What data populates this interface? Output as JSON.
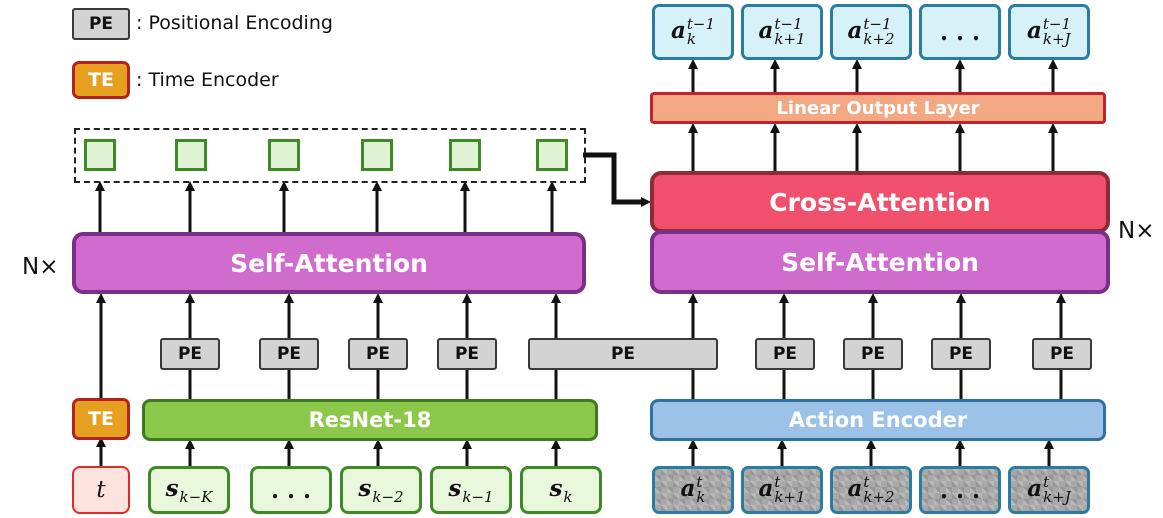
{
  "legend": {
    "pe_abbrev": "PE",
    "pe_text": ": Positional Encoding",
    "te_abbrev": "TE",
    "te_text": ": Time Encoder"
  },
  "encoder": {
    "repeat_label": "N×",
    "self_attention": "Self-Attention",
    "time_encoder": "TE",
    "backbone": "ResNet-18",
    "time_input": "t",
    "pe_labels": [
      "PE",
      "PE",
      "PE",
      "PE"
    ],
    "state_inputs": [
      {
        "base": "s",
        "sub": "k−K"
      },
      {
        "text": ". . ."
      },
      {
        "base": "s",
        "sub": "k−2"
      },
      {
        "base": "s",
        "sub": "k−1"
      },
      {
        "base": "s",
        "sub": "k"
      }
    ],
    "memory_tokens": 6
  },
  "shared_pe": "PE",
  "decoder": {
    "repeat_label": "N×",
    "cross_attention": "Cross-Attention",
    "self_attention": "Self-Attention",
    "action_encoder": "Action Encoder",
    "linear_output": "Linear Output Layer",
    "pe_labels": [
      "PE",
      "PE",
      "PE",
      "PE"
    ],
    "noisy_actions": [
      {
        "base": "a",
        "sup": "t",
        "sub": "k"
      },
      {
        "base": "a",
        "sup": "t",
        "sub": "k+1"
      },
      {
        "base": "a",
        "sup": "t",
        "sub": "k+2"
      },
      {
        "text": ". . ."
      },
      {
        "base": "a",
        "sup": "t",
        "sub": "k+J"
      }
    ],
    "outputs": [
      {
        "base": "a",
        "sup": "t−1",
        "sub": "k"
      },
      {
        "base": "a",
        "sup": "t−1",
        "sub": "k+1"
      },
      {
        "base": "a",
        "sup": "t−1",
        "sub": "k+2"
      },
      {
        "text": ". . ."
      },
      {
        "base": "a",
        "sup": "t−1",
        "sub": "k+J"
      }
    ]
  },
  "colors": {
    "self_attention": "#d16ccf",
    "cross_attention": "#f0506b",
    "resnet": "#8cc94a",
    "action_encoder": "#9cc2e8",
    "linear_output": "#f2a882",
    "time_encoder": "#e5a020",
    "pe": "#d3d3d3"
  }
}
